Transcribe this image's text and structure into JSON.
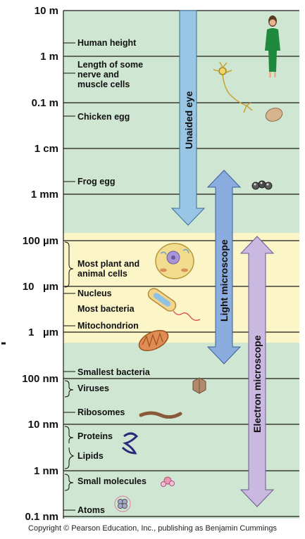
{
  "colors": {
    "green_band": "#cfe6d2",
    "yellow_band": "#fbf5c8",
    "grid_line": "#1a1a1a",
    "eye_arrow": "#9ac6e6",
    "light_arrow": "#8aacdf",
    "electron_arrow": "#c9b8df"
  },
  "scale_labels": [
    "10 m",
    "1 m",
    "0.1 m",
    "1 cm",
    "1 mm",
    "100 µm",
    "10   µm",
    "1   µm",
    "100 nm",
    "10 nm",
    "1 nm",
    "0.1 nm"
  ],
  "items": [
    {
      "label": "Human height"
    },
    {
      "label": "Length of some"
    },
    {
      "label": "nerve and"
    },
    {
      "label": "muscle cells"
    },
    {
      "label": "Chicken egg"
    },
    {
      "label": "Frog egg"
    },
    {
      "label": "Most plant and"
    },
    {
      "label": "animal cells"
    },
    {
      "label": "Nucleus"
    },
    {
      "label": "Most bacteria"
    },
    {
      "label": "Mitochondrion"
    },
    {
      "label": "Smallest bacteria"
    },
    {
      "label": "Viruses"
    },
    {
      "label": "Ribosomes"
    },
    {
      "label": "Proteins"
    },
    {
      "label": "Lipids"
    },
    {
      "label": "Small molecules"
    },
    {
      "label": "Atoms"
    }
  ],
  "ranges": {
    "unaided_eye": "Unaided eye",
    "light_microscope": "Light microscope",
    "electron_microscope": "Electron microscope"
  },
  "copyright": "Copyright © Pearson Education, Inc., publishing as Benjamin Cummings"
}
